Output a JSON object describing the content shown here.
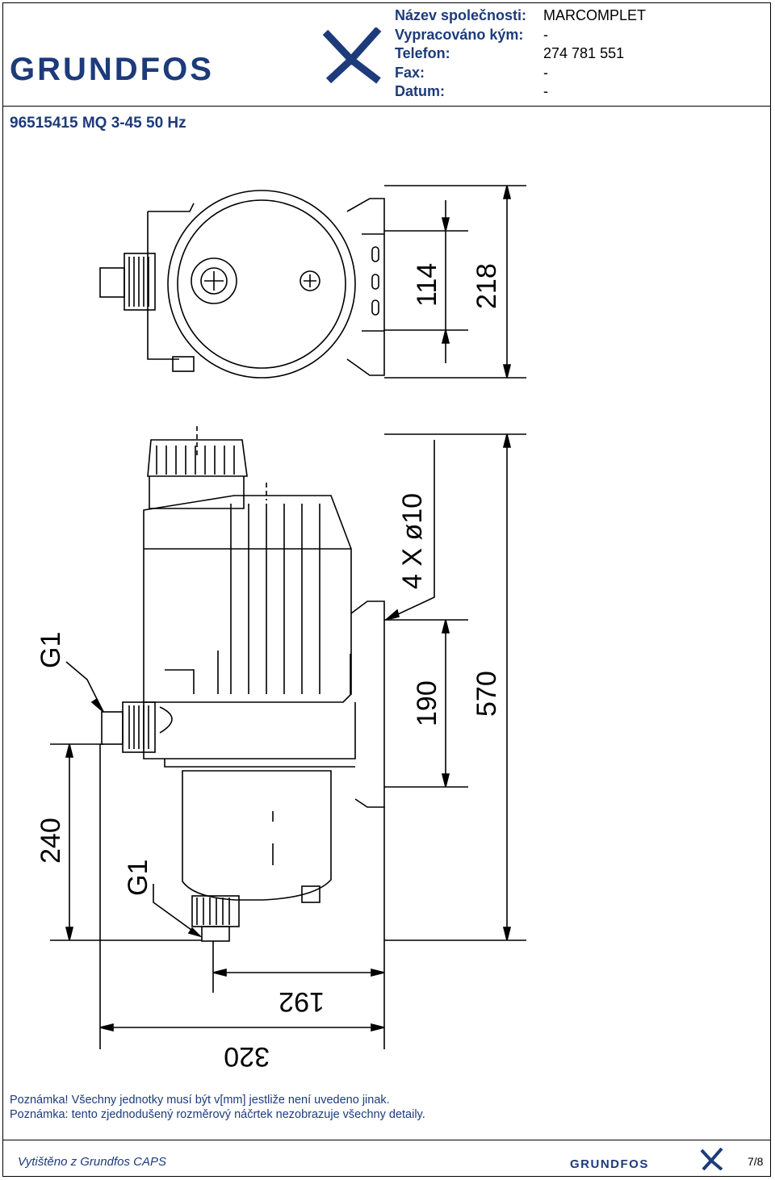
{
  "header": {
    "brand": "GRUNDFOS",
    "fields": [
      {
        "label": "Název společnosti:",
        "value": "MARCOMPLET"
      },
      {
        "label": "Vypracováno kým:",
        "value": "-"
      },
      {
        "label": "Telefon:",
        "value": "274 781 551"
      },
      {
        "label": "Fax:",
        "value": "-"
      },
      {
        "label": "Datum:",
        "value": "-"
      }
    ],
    "product_title": "96515415 MQ 3-45 50 Hz"
  },
  "dimensions": {
    "top_view_height": "114",
    "top_view_total": "218",
    "holes": "4 X ø10",
    "foot_height": "190",
    "total_height": "570",
    "outlet_thread": "G1",
    "inlet_thread": "G1",
    "outlet_height": "240",
    "inlet_offset": "192",
    "total_width": "320"
  },
  "notes": [
    "Poznámka! Všechny jednotky musí být v[mm] jestliže není uvedeno jinak.",
    "Poznámka: tento zjednodušený rozměrový náčrtek nezobrazuje všechny detaily."
  ],
  "footer": {
    "printed_from": "Vytištěno z Grundfos CAPS",
    "brand": "GRUNDFOS",
    "page": "7/8"
  },
  "colors": {
    "brand_blue": "#1d3b7a"
  }
}
